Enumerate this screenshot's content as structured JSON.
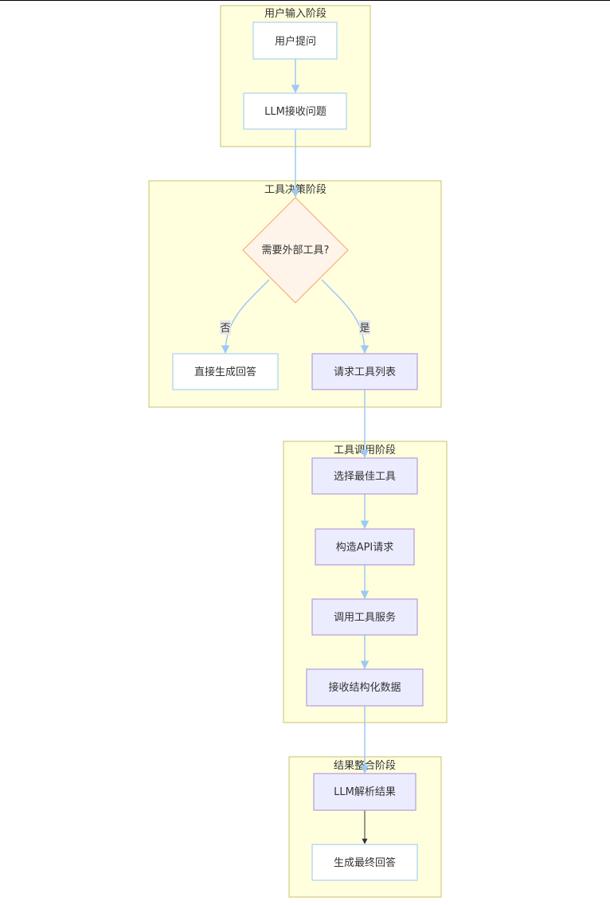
{
  "clusters": {
    "input": "用户输入阶段",
    "decision": "工具决策阶段",
    "call": "工具调用阶段",
    "result": "结果整合阶段"
  },
  "nodes": {
    "user_question": "用户提问",
    "llm_receive": "LLM接收问题",
    "need_tool": "需要外部工具?",
    "direct_answer": "直接生成回答",
    "request_tools": "请求工具列表",
    "select_tool": "选择最佳工具",
    "build_api": "构造API请求",
    "call_service": "调用工具服务",
    "receive_data": "接收结构化数据",
    "llm_parse": "LLM解析结果",
    "final_answer": "生成最终回答"
  },
  "edge_labels": {
    "no": "否",
    "yes": "是"
  },
  "colors": {
    "cluster_fill": "#ffffde",
    "cluster_stroke": "#c8c26a",
    "node_fill_highlight": "#ececff",
    "node_stroke_highlight": "#b39ddb",
    "edge": "#9ec8f5",
    "diamond_fill": "#fff4ea",
    "diamond_stroke": "#f8a36c"
  }
}
